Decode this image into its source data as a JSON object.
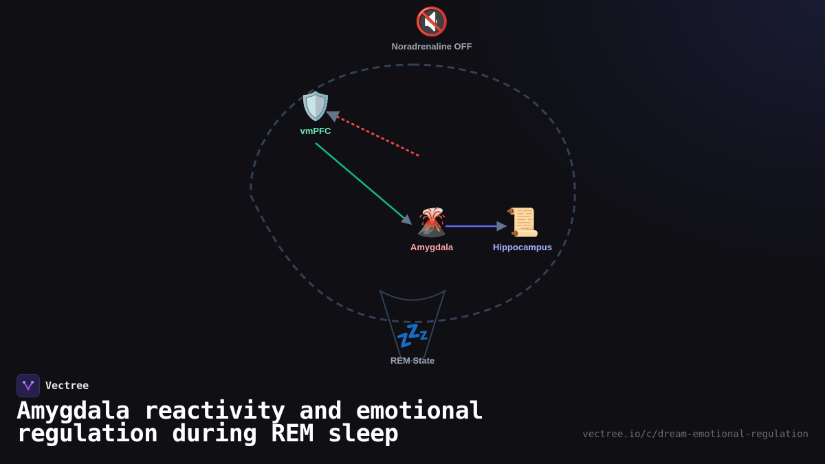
{
  "brand": {
    "name": "Vectree",
    "logo_icon": "vectree-logo-icon"
  },
  "title": {
    "line1": "Amygdala reactivity and emotional",
    "line2": "regulation during REM sleep"
  },
  "url": "vectree.io/c/dream-emotional-regulation",
  "colors": {
    "background": "#0f0f14",
    "boundary": "#334155",
    "vmpfc_label": "#6ee7b7",
    "amygdala_label": "#fca5a5",
    "hippocampus_label": "#a5b4fc",
    "neutral_label": "#9ca3af",
    "edge_regulation": "#10b981",
    "edge_inhibited": "#ef4444",
    "edge_transfer": "#6366f1",
    "arrowhead": "#64748b"
  },
  "nodes": {
    "noradrenaline": {
      "label": "Noradrenaline OFF",
      "icon": "🔇",
      "icon_name": "muted-speaker-icon"
    },
    "vmpfc": {
      "label": "vmPFC",
      "icon": "🛡️",
      "icon_name": "shield-icon"
    },
    "amygdala": {
      "label": "Amygdala",
      "icon": "🌋",
      "icon_name": "volcano-icon"
    },
    "hippocampus": {
      "label": "Hippocampus",
      "icon": "📜",
      "icon_name": "scroll-icon"
    },
    "rem": {
      "label": "REM State",
      "icon": "💤",
      "icon_name": "zzz-icon"
    }
  },
  "edges": [
    {
      "from": "vmpfc",
      "to": "amygdala",
      "style": "solid",
      "color": "#10b981"
    },
    {
      "from": "amygdala",
      "to": "hippocampus",
      "style": "solid",
      "color": "#6366f1"
    },
    {
      "from": "rem-region",
      "to": "vmpfc",
      "style": "dotted",
      "color": "#ef4444"
    }
  ]
}
